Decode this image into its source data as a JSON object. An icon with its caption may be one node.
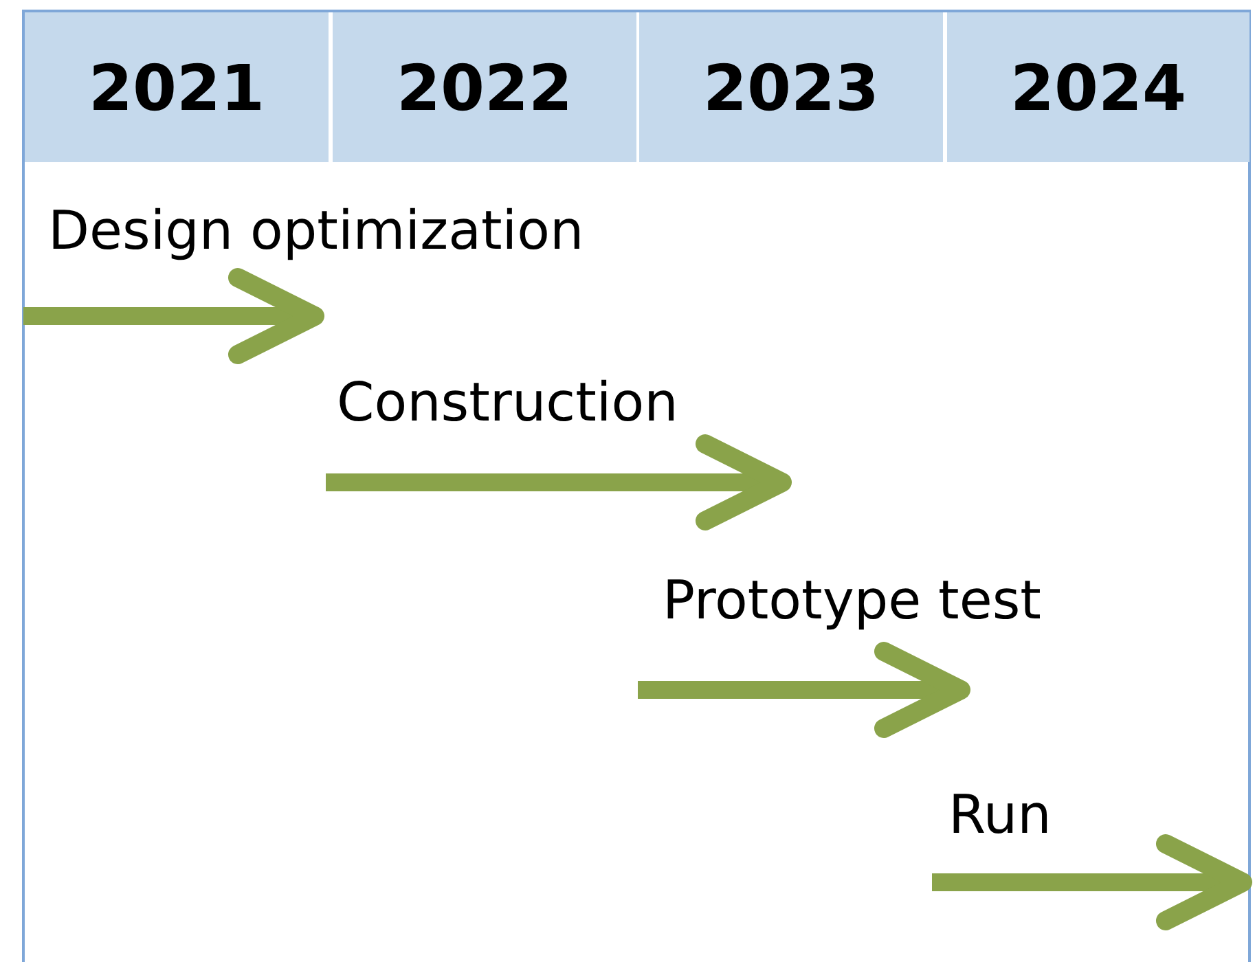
{
  "diagram": {
    "labels": [
      "2021",
      "2022",
      "2023",
      "2024",
      "Design optimization",
      "Construction",
      "Prototype test",
      "Run"
    ]
  }
}
